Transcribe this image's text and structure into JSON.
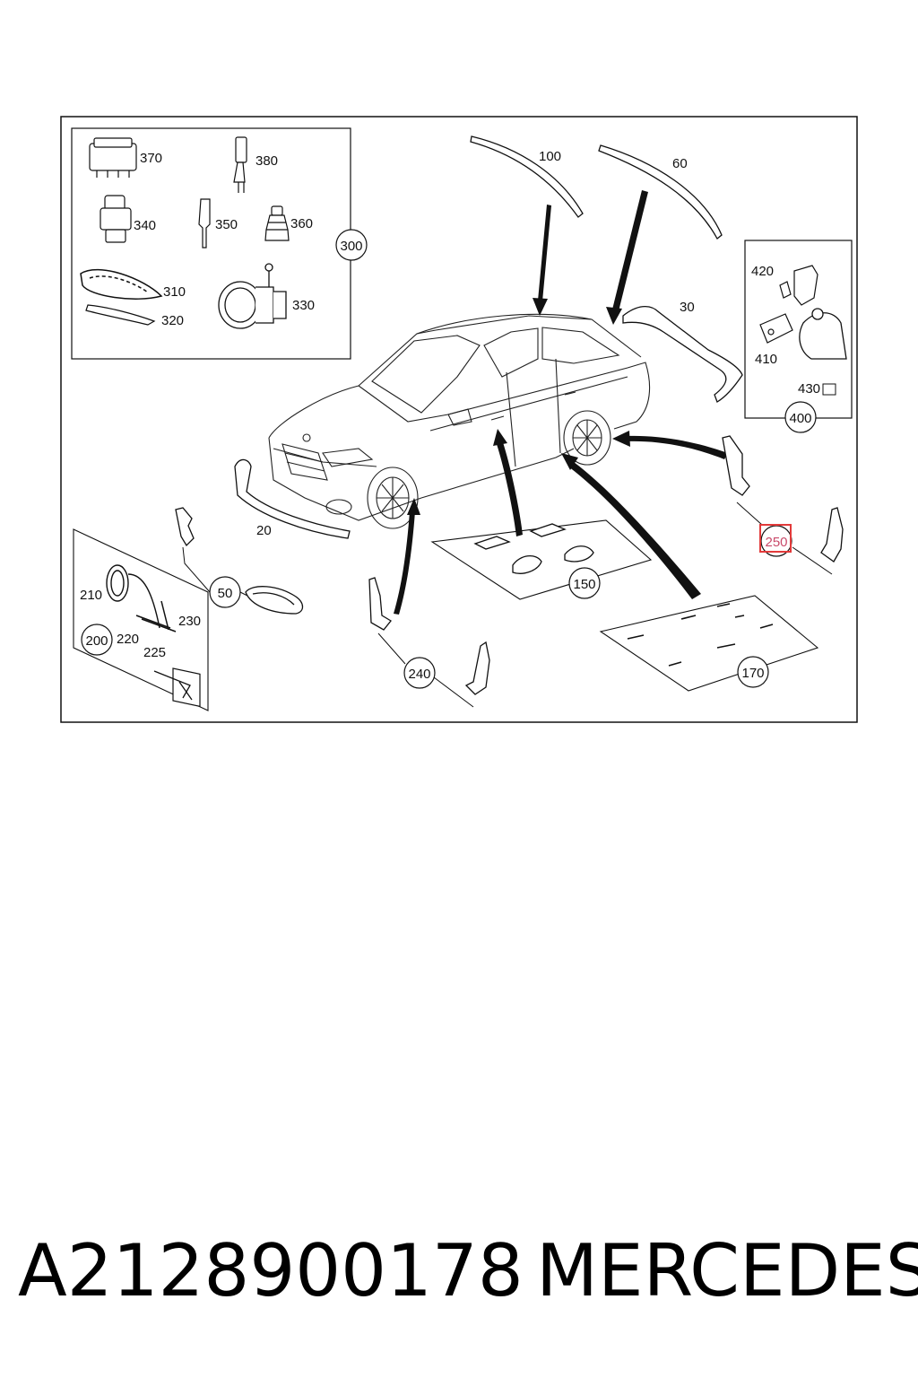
{
  "diagram": {
    "callouts": {
      "c20": "20",
      "c30": "30",
      "c50": "50",
      "c60": "60",
      "c100": "100",
      "c150": "150",
      "c170": "170",
      "c200": "200",
      "c210": "210",
      "c220": "220",
      "c225": "225",
      "c230": "230",
      "c240": "240",
      "c250": "250",
      "c300": "300",
      "c310": "310",
      "c320": "320",
      "c330": "330",
      "c340": "340",
      "c350": "350",
      "c360": "360",
      "c370": "370",
      "c380": "380",
      "c400": "400",
      "c410": "410",
      "c420": "420",
      "c430": "430"
    },
    "highlight_color": "#e23a3a",
    "line_color": "#111111"
  },
  "caption": {
    "part_number": "A2128900178",
    "brand": "MERCEDES"
  }
}
